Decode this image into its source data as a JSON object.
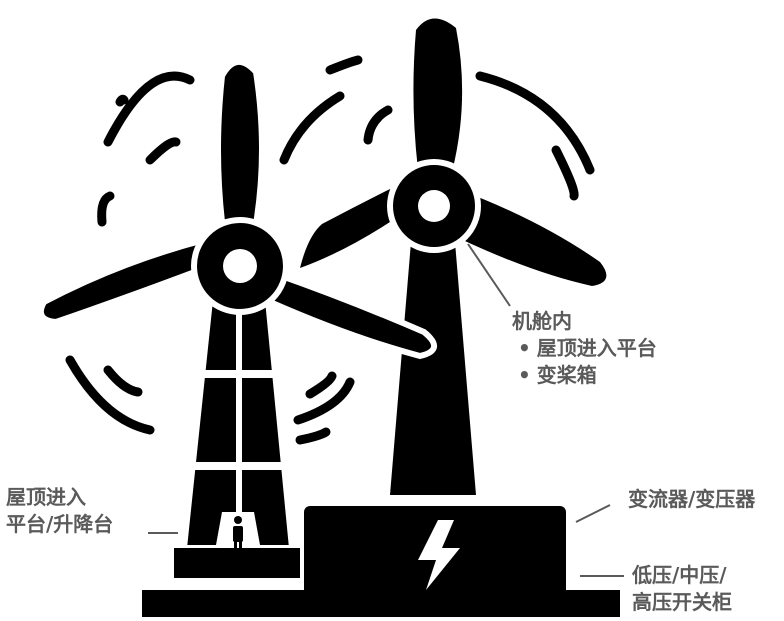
{
  "colors": {
    "silhouette": "#000000",
    "background": "#ffffff",
    "label_text": "#5a5a5a"
  },
  "icons": {
    "left_turbine": "wind-turbine-icon",
    "right_turbine": "wind-turbine-icon",
    "lightning": "lightning-bolt-icon",
    "person": "person-icon"
  },
  "labels": {
    "nacelle": {
      "title": "机舱内",
      "items": [
        "屋顶进入平台",
        "变桨箱"
      ],
      "bullet": "•"
    },
    "tower_platform": {
      "line1": "屋顶进入",
      "line2": "平台/升降台"
    },
    "converter": {
      "text": "变流器/变压器"
    },
    "switchgear": {
      "line1": "低压/中压/",
      "line2": "高压开关柜"
    }
  }
}
